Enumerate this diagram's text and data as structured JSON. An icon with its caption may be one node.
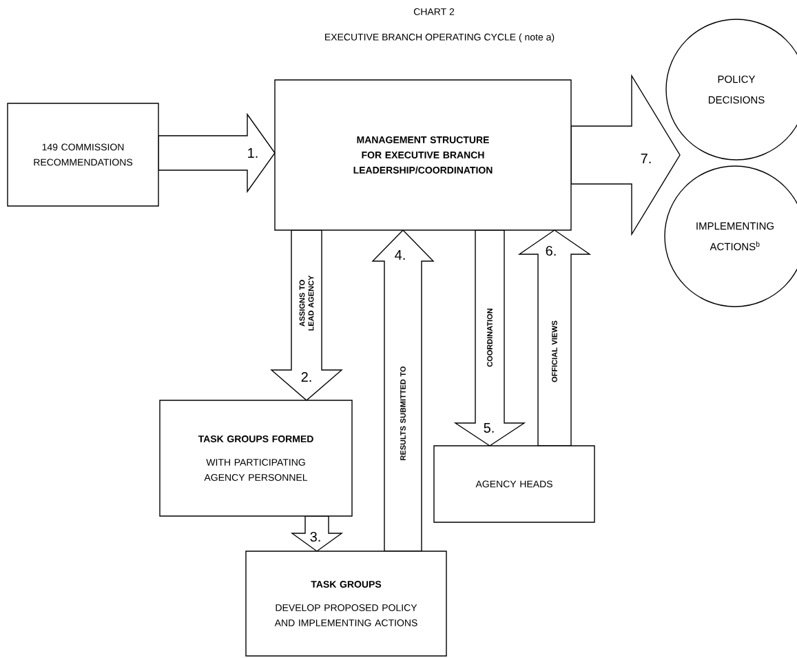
{
  "diagram": {
    "title": "CHART 2",
    "nodes": [
      {
        "text": [
          "149 COMMISSION RECOMMENDATIONS"
        ]
      },
      {
        "text": [
          "MANAGEMENT STRUCTURE FOR EXECUTIVE BRANCH LEADERSHIP/COORDINATION"
        ]
      },
      {
        "text": [
          "POLICY DECISIONS"
        ]
      },
      {
        "text": [
          "IMPLEMENTING ACTIONS$^{b}$"
        ]
      },
      {
        "text": [
          "TASK GROUPS FORMED",
          "WITH PARTICIPATING AGENCY PERSONNEL"
        ]
      },
      {
        "text": [
          "TASK GROUPS",
          "DEVELOP PROPOSED POLICY AND IMPLEMENTING ACTIONS"
        ]
      },
      {
        "text": [
          "AGENCY HEADS"
        ]
      }
    ],
    "edges": [
      {
        "from": 0,
        "to": 1,
        "arrow": "to"
      },
      {
        "from": 1,
        "to": 4,
        "arrow": "to",
        "label": "ASSIGNS TO LEAD AGENCY"
      },
      {
        "from": 4,
        "to": 5,
        "arrow": "to"
      },
      {
        "from": 5,
        "to": 1,
        "arrow": "to",
        "label": "RESULTS SUBMITTED TO"
      },
      {
        "from": 1,
        "to": 6,
        "arrow": "to",
        "label": "COORDINATION"
      },
      {
        "from": 6,
        "to": 1,
        "arrow": "to",
        "label": "OFFICIAL VIEWS"
      },
      {
        "from": 1,
        "to": 2,
        "arrow": "to"
      },
      {
        "from": 1,
        "to": 3,
        "arrow": "to"
      }
    ],
    "labels": [
      "EXECUTIVE BRANCH OPERATING CYCLE ( note a)",
      "1.",
      "2.",
      "3.",
      "4.",
      "5.",
      "6.",
      "7."
    ]
  }
}
